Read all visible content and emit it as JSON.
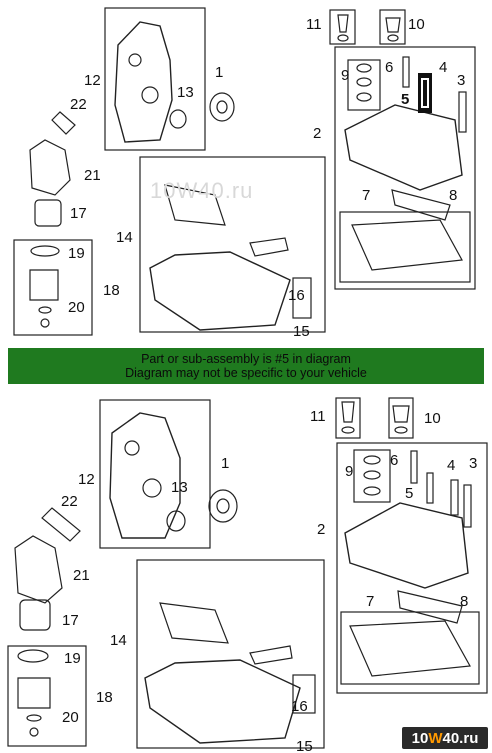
{
  "banner": {
    "line1": "Part or sub-assembly is #5 in diagram",
    "line2": "Diagram may not be specific to your vehicle"
  },
  "logo": {
    "pre": "10",
    "mid": "W",
    "post": "40.ru"
  },
  "watermark": "10W40.ru",
  "callouts": {
    "c1": "1",
    "c2": "2",
    "c3": "3",
    "c4": "4",
    "c5": "5",
    "c6": "6",
    "c7": "7",
    "c8": "8",
    "c9": "9",
    "c10": "10",
    "c11": "11",
    "c12": "12",
    "c13": "13",
    "c14": "14",
    "c15": "15",
    "c16": "16",
    "c17": "17",
    "c18": "18",
    "c19": "19",
    "c20": "20",
    "c21": "21",
    "c22": "22"
  },
  "highlighted_part": "5",
  "colors": {
    "banner": "#1f7a1f",
    "highlight": "#111111"
  }
}
